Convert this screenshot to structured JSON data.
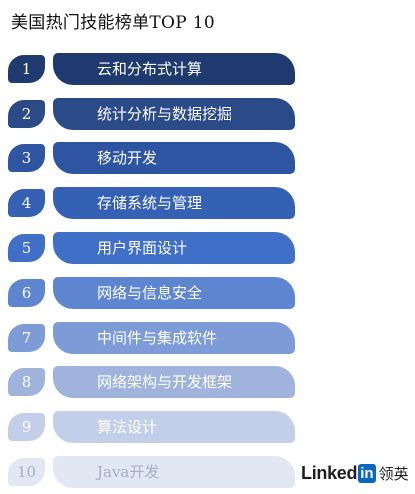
{
  "title": "美国热门技能榜单TOP 10",
  "skills": [
    {
      "rank": "1",
      "label": "云和分布式计算",
      "color": "#1f3a6e",
      "text": "#ffffff"
    },
    {
      "rank": "2",
      "label": "统计分析与数据挖掘",
      "color": "#2b4a88",
      "text": "#ffffff"
    },
    {
      "rank": "3",
      "label": "移动开发",
      "color": "#2e55a2",
      "text": "#ffffff"
    },
    {
      "rank": "4",
      "label": "存储系统与管理",
      "color": "#3561b4",
      "text": "#ffffff"
    },
    {
      "rank": "5",
      "label": "用户界面设计",
      "color": "#3f6fc6",
      "text": "#ffffff"
    },
    {
      "rank": "6",
      "label": "网络与信息安全",
      "color": "#5e86d0",
      "text": "#ffffff"
    },
    {
      "rank": "7",
      "label": "中间件与集成软件",
      "color": "#7d9bd6",
      "text": "#ffffff"
    },
    {
      "rank": "8",
      "label": "网络架构与开发框架",
      "color": "#a0b3dd",
      "text": "#ffffff"
    },
    {
      "rank": "9",
      "label": "算法设计",
      "color": "#c3cee8",
      "text": "#ffffff"
    },
    {
      "rank": "10",
      "label": "Java开发",
      "color": "#e2e7f3",
      "text": "#a4b0c7"
    }
  ],
  "brand": {
    "linked": "Linked",
    "in": "in",
    "cn": "领英"
  }
}
